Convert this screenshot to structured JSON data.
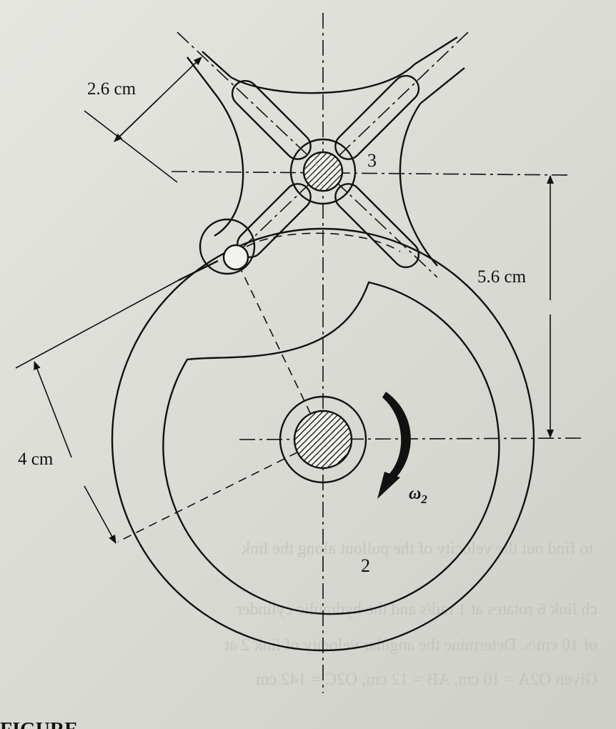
{
  "figure": {
    "dimensions": {
      "slot_offset": "2.6 cm",
      "center_distance": "5.6 cm",
      "crank_radius": "4 cm"
    },
    "links": {
      "geneva_wheel": "3",
      "driver": "2"
    },
    "angular_velocity": {
      "symbol": "ω",
      "subscript": "2"
    }
  },
  "bleed_through": {
    "line1": "to find out the velocity of the pullout along the link",
    "line2": "ch link 6 rotates at 1 rad/s and the hydraulic cylinder",
    "line3": "of 10 cm/s. Determine the angular velocity of link 2 at",
    "line4": "Given O2A = 10 cm, AB = 12 cm, O2C = 142 cm"
  },
  "caption_fragment": "FIGURE"
}
